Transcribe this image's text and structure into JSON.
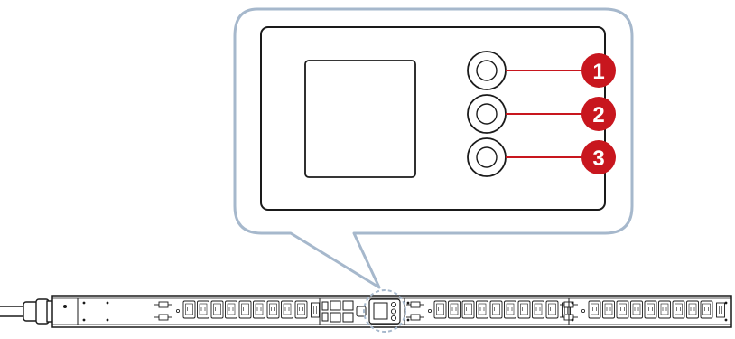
{
  "colors": {
    "callout_bubble_stroke": "#a6b8cc",
    "outline": "#1a1a1a",
    "badge_fill": "#c8161e",
    "badge_text": "#ffffff",
    "background": "#ffffff"
  },
  "display_panel": {
    "buttons": [
      {
        "number": "1",
        "icon": "round-button"
      },
      {
        "number": "2",
        "icon": "round-button"
      },
      {
        "number": "3",
        "icon": "round-button"
      }
    ]
  },
  "pdu": {
    "outlet_groups": [
      {
        "outlets": 9,
        "side": "left"
      },
      {
        "outlets": 9,
        "side": "middle"
      },
      {
        "outlets": 9,
        "side": "right"
      }
    ],
    "highlight": "display-module"
  }
}
